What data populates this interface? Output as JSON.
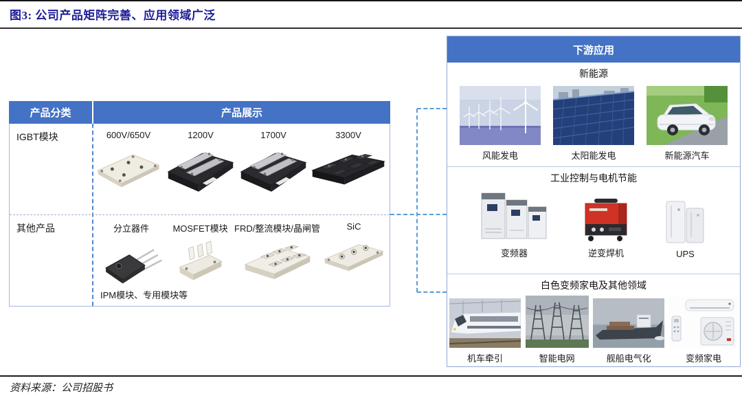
{
  "figure": {
    "title": "图3:  公司产品矩阵完善、应用领域广泛",
    "source": "资料来源：公司招股书"
  },
  "table": {
    "col1_header": "产品分类",
    "col2_header": "产品展示",
    "rows": [
      {
        "category": "IGBT模块",
        "items": [
          {
            "label": "600V/650V",
            "image": "igbt-module-600v-image"
          },
          {
            "label": "1200V",
            "image": "igbt-module-1200v-image"
          },
          {
            "label": "1700V",
            "image": "igbt-module-1700v-image"
          },
          {
            "label": "3300V",
            "image": "igbt-module-3300v-image"
          }
        ]
      },
      {
        "category": "其他产品",
        "items": [
          {
            "label": "分立器件",
            "image": "discrete-device-image"
          },
          {
            "label": "MOSFET模块",
            "image": "mosfet-module-image"
          },
          {
            "label": "FRD/整流模块/晶闸管",
            "image": "frd-rectifier-module-image"
          },
          {
            "label": "SiC",
            "image": "sic-module-image"
          }
        ],
        "note": "IPM模块、专用模块等"
      }
    ]
  },
  "downstream": {
    "header": "下游应用",
    "sections": [
      {
        "title": "新能源",
        "items": [
          {
            "label": "风能发电",
            "image": "wind-power-photo"
          },
          {
            "label": "太阳能发电",
            "image": "solar-power-photo"
          },
          {
            "label": "新能源汽车",
            "image": "ev-car-photo"
          }
        ]
      },
      {
        "title": "工业控制与电机节能",
        "items": [
          {
            "label": "变频器",
            "image": "inverter-drives-photo"
          },
          {
            "label": "逆变焊机",
            "image": "welder-photo"
          },
          {
            "label": "UPS",
            "image": "ups-photo"
          }
        ]
      },
      {
        "title": "白色变频家电及其他领域",
        "items": [
          {
            "label": "机车牵引",
            "image": "train-photo"
          },
          {
            "label": "智能电网",
            "image": "power-grid-photo"
          },
          {
            "label": "舰船电气化",
            "image": "ship-photo"
          },
          {
            "label": "变频家电",
            "image": "air-conditioner-photo"
          }
        ]
      }
    ]
  },
  "colors": {
    "header_blue": "#4472C4",
    "title_navy": "#1c1c99",
    "connector_blue": "#5b9bd5",
    "panel_border": "#8fa9d2"
  }
}
